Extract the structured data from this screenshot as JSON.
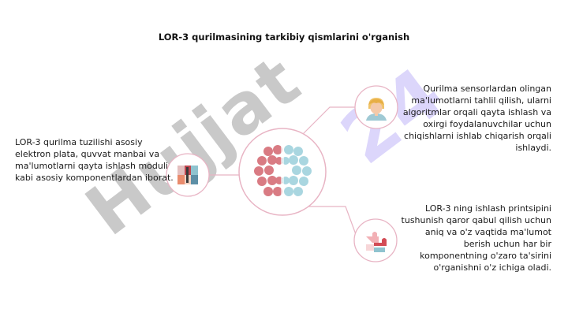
{
  "slide": {
    "title": "LOR-3 qurilmasining tarkibiy qismlarini o'rganish",
    "watermark_grey": "Hujjat",
    "watermark_purple": "24",
    "left_text": "LOR-3 qurilma tuzilishi asosiy elektron plata, quvvat manbai va ma'lumotlarni qayta ishlash moduli kabi asosiy komponentlardan iborat.",
    "right_top_text": "Qurilma sensorlardan olingan ma'lumotlarni tahlil qilish, ularni algoritmlar orqali qayta ishlash va oxirgi foydalanuvchilar uchun chiqishlarni ishlab chiqarish orqali ishlaydi.",
    "right_bottom_text": "LOR-3 ning ishlash printsipini tushunish qaror qabul qilish uchun aniq va o'z vaqtida ma'lumot berish uchun har bir komponentning o'zaro ta'sirini o'rganishni o'z ichiga oladi."
  },
  "icons": {
    "center": "brain-icon",
    "left": "components-icon",
    "top_right": "person-icon",
    "bottom_right": "puzzle-icon"
  },
  "colors": {
    "ring": "#e8b4c4",
    "brain_left": "#d97b83",
    "brain_right": "#a9d6e0",
    "watermark_grey": "#c9c9c9",
    "watermark_purple": "#dcd6fb"
  }
}
